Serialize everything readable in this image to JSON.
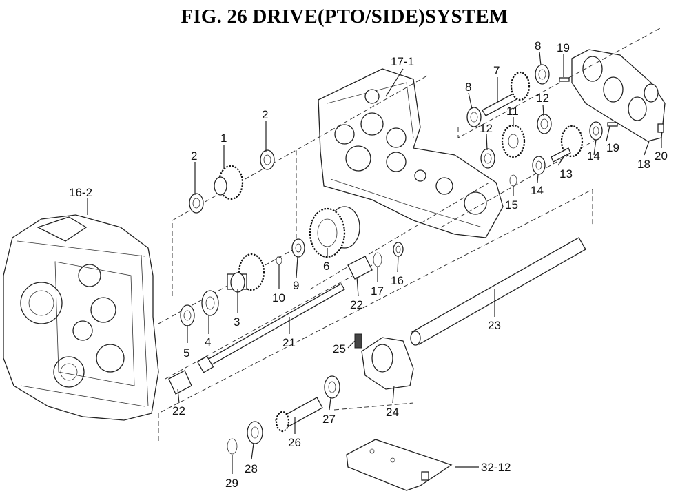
{
  "title": "FIG. 26  DRIVE(PTO/SIDE)SYSTEM",
  "labels": {
    "p1": "1",
    "p2a": "2",
    "p2b": "2",
    "p3": "3",
    "p4": "4",
    "p5": "5",
    "p6": "6",
    "p7": "7",
    "p8a": "8",
    "p8b": "8",
    "p9": "9",
    "p10": "10",
    "p11": "11",
    "p12a": "12",
    "p12b": "12",
    "p13": "13",
    "p14a": "14",
    "p14b": "14",
    "p15": "15",
    "p16": "16",
    "p16_2": "16-2",
    "p17": "17",
    "p17_1": "17-1",
    "p18": "18",
    "p19a": "19",
    "p19b": "19",
    "p20": "20",
    "p21": "21",
    "p22a": "22",
    "p22b": "22",
    "p23": "23",
    "p24": "24",
    "p25": "25",
    "p26": "26",
    "p27": "27",
    "p28": "28",
    "p29": "29",
    "p32_12": "32-12"
  }
}
